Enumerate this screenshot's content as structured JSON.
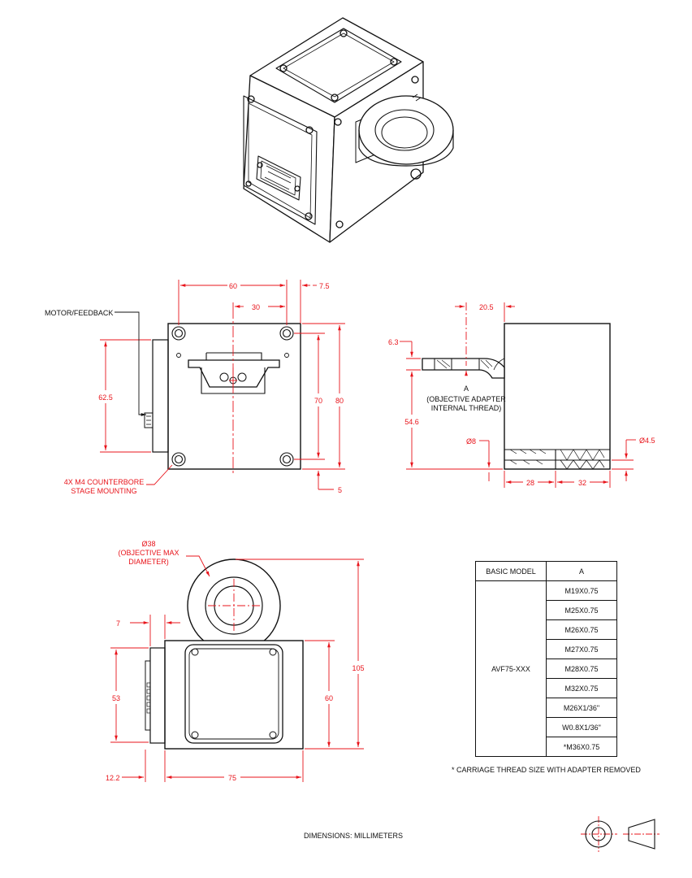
{
  "views": {
    "front": {
      "motor_label": "MOTOR/FEEDBACK",
      "mount_note": [
        "4X M4 COUNTERBORE",
        "STAGE MOUNTING"
      ],
      "dims": {
        "d60": "60",
        "d30": "30",
        "d7_5": "7.5",
        "d62_5": "62.5",
        "d70": "70",
        "d80": "80",
        "d5": "5"
      }
    },
    "side": {
      "adapter_note": [
        "(OBJECTIVE ADAPTER",
        "INTERNAL THREAD)"
      ],
      "dims": {
        "d20_5": "20.5",
        "d6_3": "6.3",
        "a": "A",
        "d54_6": "54.6",
        "d8": "Ø8",
        "d4_5": "Ø4.5",
        "d28": "28",
        "d32": "32"
      }
    },
    "top": {
      "objective_note": [
        "Ø38",
        "(OBJECTIVE MAX",
        "DIAMETER)"
      ],
      "dims": {
        "d7": "7",
        "d53": "53",
        "d60": "60",
        "d105": "105",
        "d12_2": "12.2",
        "d75": "75"
      }
    }
  },
  "table": {
    "headers": [
      "BASIC MODEL",
      "A"
    ],
    "model": "AVF75-XXX",
    "threads": [
      "M19X0.75",
      "M25X0.75",
      "M26X0.75",
      "M27X0.75",
      "M28X0.75",
      "M32X0.75",
      "M26X1/36\"",
      "W0.8X1/36\"",
      "*M36X0.75"
    ]
  },
  "footnote": "* CARRIAGE THREAD SIZE WITH ADAPTER REMOVED",
  "units_note": "DIMENSIONS:  MILLIMETERS",
  "colors": {
    "dimension": "#e8141b",
    "outline": "#111111"
  }
}
